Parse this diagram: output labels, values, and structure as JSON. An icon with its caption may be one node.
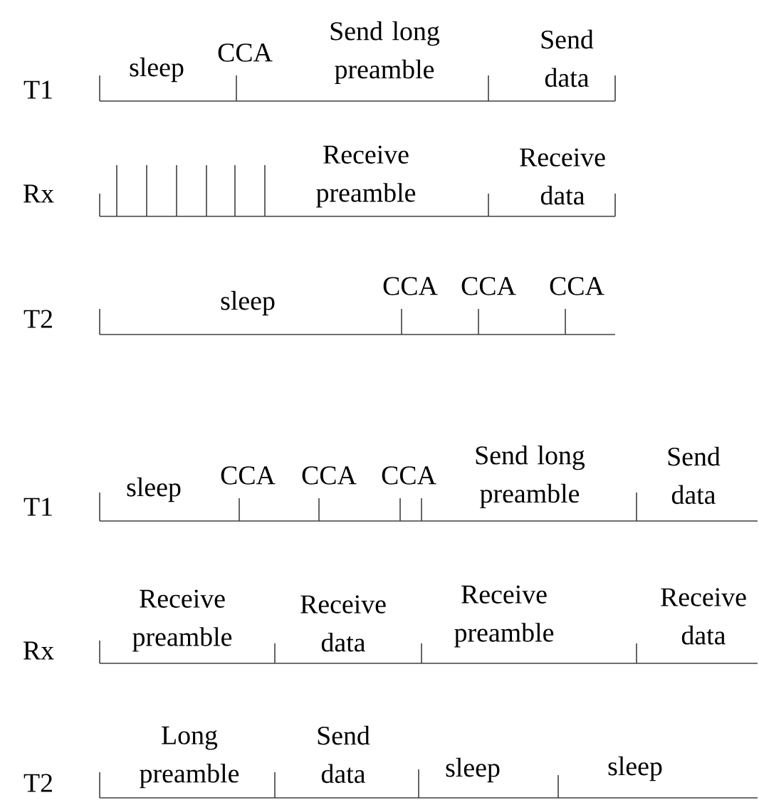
{
  "diagram": {
    "labels": [
      "T1",
      "sleep",
      "CCA",
      "Send long preamble",
      "Send data",
      "Rx",
      "Receive preamble",
      "Receive data",
      "T2",
      "sleep",
      "CCA",
      "CCA",
      "CCA",
      "T1",
      "sleep",
      "CCA",
      "CCA",
      "CCA",
      "Send long preamble",
      "Send data",
      "Rx",
      "Receive preamble",
      "Receive data",
      "Receive preamble",
      "Receive data",
      "T2",
      "Long preamble",
      "Send data",
      "sleep",
      "sleep"
    ]
  }
}
